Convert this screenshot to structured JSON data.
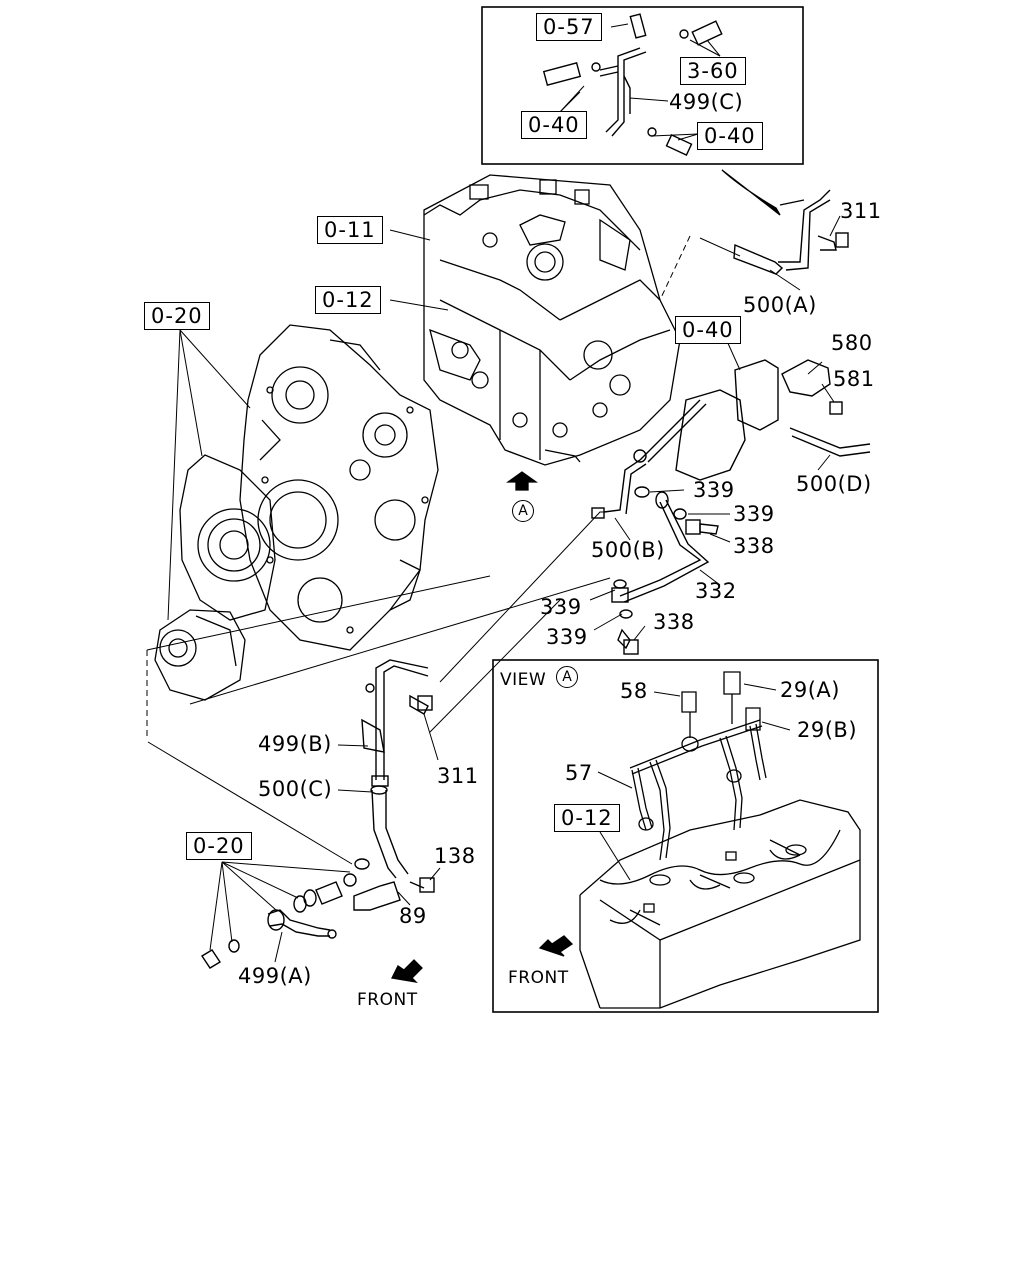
{
  "refs": {
    "r057": "0-57",
    "r360": "3-60",
    "r040_left": "0-40",
    "r040_right": "0-40",
    "r011": "0-11",
    "r012": "0-12",
    "r020_top": "0-20",
    "r040_mid": "0-40",
    "r020_bottom": "0-20",
    "r012_view": "0-12"
  },
  "labels": {
    "l499c": "499(C)",
    "l311_top": "311",
    "l500a": "500(A)",
    "l580": "580",
    "l581": "581",
    "l500d": "500(D)",
    "l339_a": "339",
    "l339_b": "339",
    "l338_a": "338",
    "l500b": "500(B)",
    "l332": "332",
    "l339_c": "339",
    "l338_b": "338",
    "l339_d": "339",
    "l499b": "499(B)",
    "l311_mid": "311",
    "l500c": "500(C)",
    "l138": "138",
    "l89": "89",
    "l499a": "499(A)",
    "front_main": "FRONT",
    "view_title": "VIEW",
    "view_mark": "A",
    "l58": "58",
    "l29a": "29(A)",
    "l29b": "29(B)",
    "l57": "57",
    "front_view": "FRONT",
    "arrow_mark": "A"
  }
}
